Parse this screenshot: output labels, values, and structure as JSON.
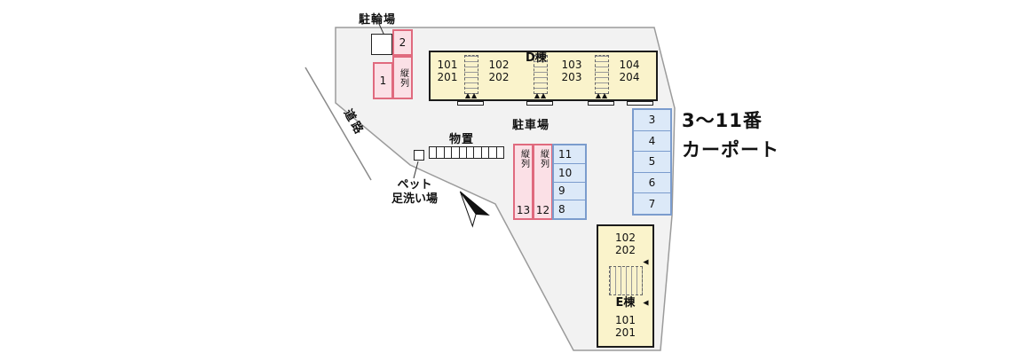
{
  "site": {
    "labels": {
      "bicycle_parking": "駐輪場",
      "road": "道路",
      "parking_lot": "駐車場",
      "storage": "物置",
      "pet_wash": [
        "ペット",
        "足洗い場"
      ],
      "carport_note": [
        "3〜11番",
        "カーポート"
      ]
    }
  },
  "buildings": {
    "d": {
      "name": "D棟",
      "units": [
        [
          "101",
          "201"
        ],
        [
          "102",
          "202"
        ],
        [
          "103",
          "203"
        ],
        [
          "104",
          "204"
        ]
      ]
    },
    "e": {
      "name": "E棟",
      "units": [
        [
          "102",
          "202"
        ],
        [
          "101",
          "201"
        ]
      ]
    }
  },
  "parking": {
    "tandem_top": {
      "label": "縦列",
      "spaces": [
        "2",
        "1"
      ]
    },
    "tandem_mid": {
      "label": "縦列",
      "spaces": [
        "13",
        "12"
      ]
    },
    "carport_mid": [
      "11",
      "10",
      "9",
      "8"
    ],
    "carport_right": [
      "3",
      "4",
      "5",
      "6",
      "7"
    ]
  },
  "markers": {
    "entrance_pair": "▲▲",
    "entrance_single": "▲"
  },
  "colors": {
    "building_fill": "#faf3cb",
    "tandem_fill": "#fbe0e6",
    "tandem_border": "#e06a7e",
    "carport_fill": "#dce9f8",
    "carport_border": "#7b9ccd",
    "site_fill": "#f2f2f2",
    "site_outline": "#9b9b9b"
  }
}
